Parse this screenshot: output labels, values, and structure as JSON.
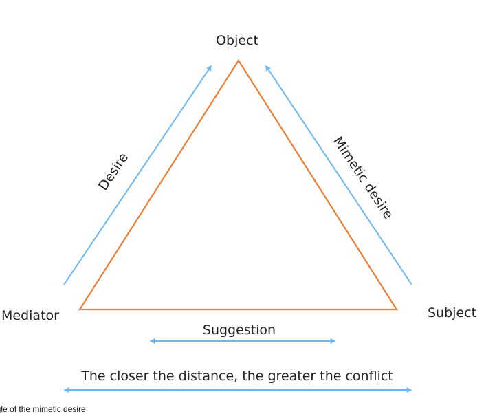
{
  "nodes": {
    "object": "Object",
    "mediator": "Mediator",
    "subject": "Subject"
  },
  "edges": {
    "desire": "Desire",
    "mimetic_desire": "Mimetic desire",
    "suggestion": "Suggestion",
    "distance_conflict": "The closer the distance, the greater the conflict"
  },
  "caption": "ngle of the mimetic desire",
  "colors": {
    "triangle": "#ed7d31",
    "arrow": "#6ab7f5",
    "text": "#222222"
  }
}
